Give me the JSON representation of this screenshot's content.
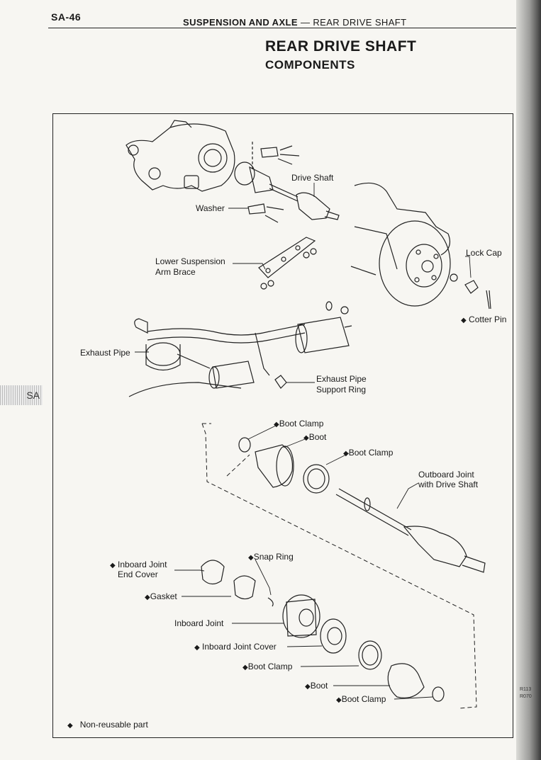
{
  "header": {
    "page_number": "SA-46",
    "section": "SUSPENSION AND AXLE",
    "separator": "—",
    "topic": "REAR DRIVE SHAFT"
  },
  "title": "REAR DRIVE SHAFT",
  "subtitle": "COMPONENTS",
  "side_tab": "SA",
  "labels": {
    "drive_shaft": "Drive Shaft",
    "washer": "Washer",
    "lower_suspension_arm_brace_1": "Lower Suspension",
    "lower_suspension_arm_brace_2": "Arm Brace",
    "lock_cap": "Lock Cap",
    "cotter_pin": "Cotter Pin",
    "exhaust_pipe": "Exhaust Pipe",
    "exhaust_pipe_support_ring_1": "Exhaust Pipe",
    "exhaust_pipe_support_ring_2": "Support Ring",
    "boot_clamp_top": "Boot Clamp",
    "boot_top": "Boot",
    "boot_clamp_mid": "Boot Clamp",
    "outboard_joint_1": "Outboard Joint",
    "outboard_joint_2": "with Drive Shaft",
    "inboard_joint_end_cover_1": "Inboard Joint",
    "inboard_joint_end_cover_2": "End Cover",
    "snap_ring": "Snap Ring",
    "gasket": "Gasket",
    "inboard_joint": "Inboard Joint",
    "inboard_joint_cover": "Inboard Joint Cover",
    "boot_clamp_lower": "Boot Clamp",
    "boot_lower": "Boot",
    "boot_clamp_bottom": "Boot Clamp"
  },
  "legend": {
    "symbol": "◆",
    "text": "Non-reusable part"
  },
  "edge_codes": [
    "R113",
    "R070"
  ]
}
